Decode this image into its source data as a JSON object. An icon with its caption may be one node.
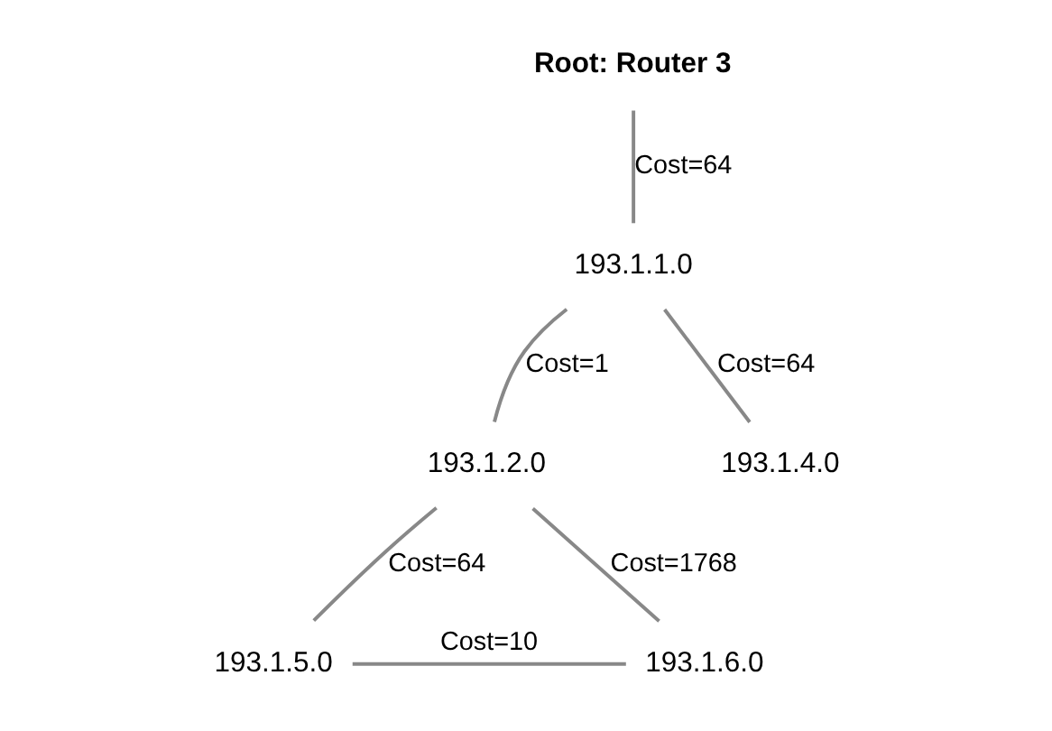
{
  "diagram": {
    "nodes": [
      {
        "text": [
          "Root: Router 3"
        ]
      },
      {
        "text": [
          "193.1.1.0"
        ]
      },
      {
        "text": [
          "193.1.2.0"
        ]
      },
      {
        "text": [
          "193.1.4.0"
        ]
      },
      {
        "text": [
          "193.1.5.0"
        ]
      },
      {
        "text": [
          "193.1.6.0"
        ]
      }
    ],
    "edges": [
      {
        "from": 0,
        "to": 1,
        "arrow": "none",
        "label": "Cost=64"
      },
      {
        "from": 1,
        "to": 2,
        "arrow": "none",
        "label": "Cost=1"
      },
      {
        "from": 1,
        "to": 3,
        "arrow": "none",
        "label": "Cost=64"
      },
      {
        "from": 2,
        "to": 4,
        "arrow": "none",
        "label": "Cost=64"
      },
      {
        "from": 2,
        "to": 5,
        "arrow": "none",
        "label": "Cost=1768"
      },
      {
        "from": 4,
        "to": 5,
        "arrow": "none",
        "label": "Cost=10"
      }
    ]
  }
}
